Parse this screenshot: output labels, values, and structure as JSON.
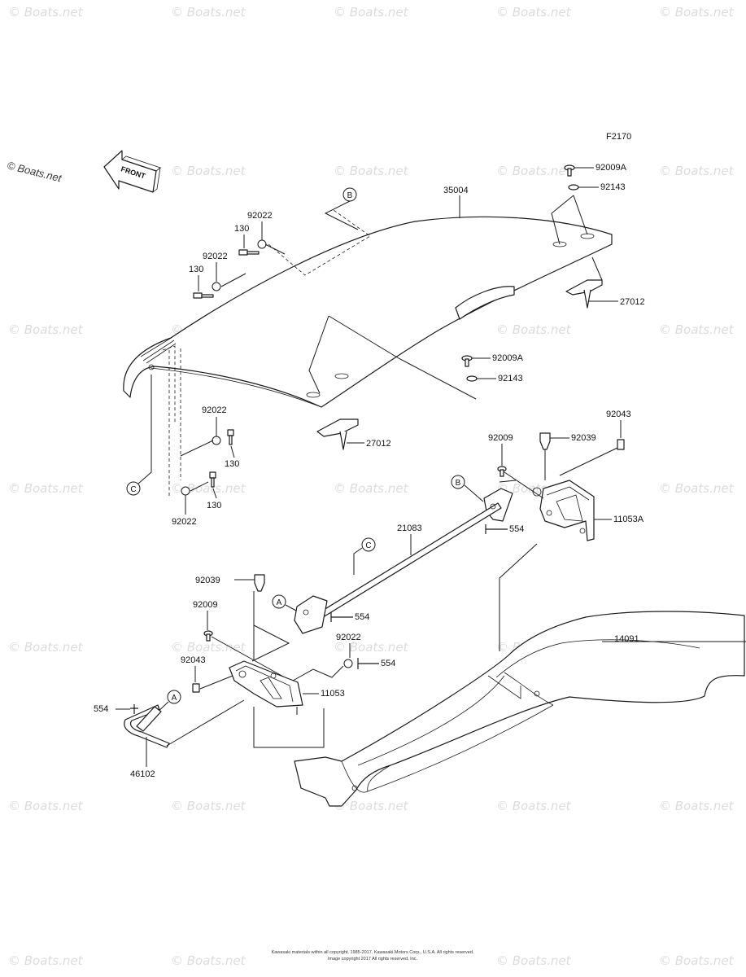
{
  "diagram_code": "F2170",
  "copyright_mark": "© Boats.net",
  "watermark_text": "© Boats.net",
  "front_label": "FRONT",
  "footer_lines": [
    "Kawasaki materials within all copyright, 1985-2017, Kawasaki Motors Corp., U.S.A. All rights reserved.",
    "Image copyright 2017 All rights reserved, Inc."
  ],
  "callouts": {
    "A": "A",
    "B": "B",
    "C": "C"
  },
  "part_labels": {
    "p35004": "35004",
    "p92009A_1": "92009A",
    "p92143_1": "92143",
    "p27012_1": "27012",
    "p92022_1": "92022",
    "p130_1": "130",
    "p92022_2": "92022",
    "p130_2": "130",
    "p92009A_2": "92009A",
    "p92143_2": "92143",
    "p27012_2": "27012",
    "p92022_3": "92022",
    "p130_3": "130",
    "p130_4": "130",
    "p92022_4": "92022",
    "p92043_1": "92043",
    "p92009_1": "92009",
    "p92039_1": "92039",
    "p11053A": "11053A",
    "p554_1": "554",
    "p21083": "21083",
    "p92039_2": "92039",
    "p92009_2": "92009",
    "p554_2": "554",
    "p92022_5": "92022",
    "p554_3": "554",
    "p92043_2": "92043",
    "p11053": "11053",
    "p554_4": "554",
    "p46102": "46102",
    "p14091": "14091"
  }
}
